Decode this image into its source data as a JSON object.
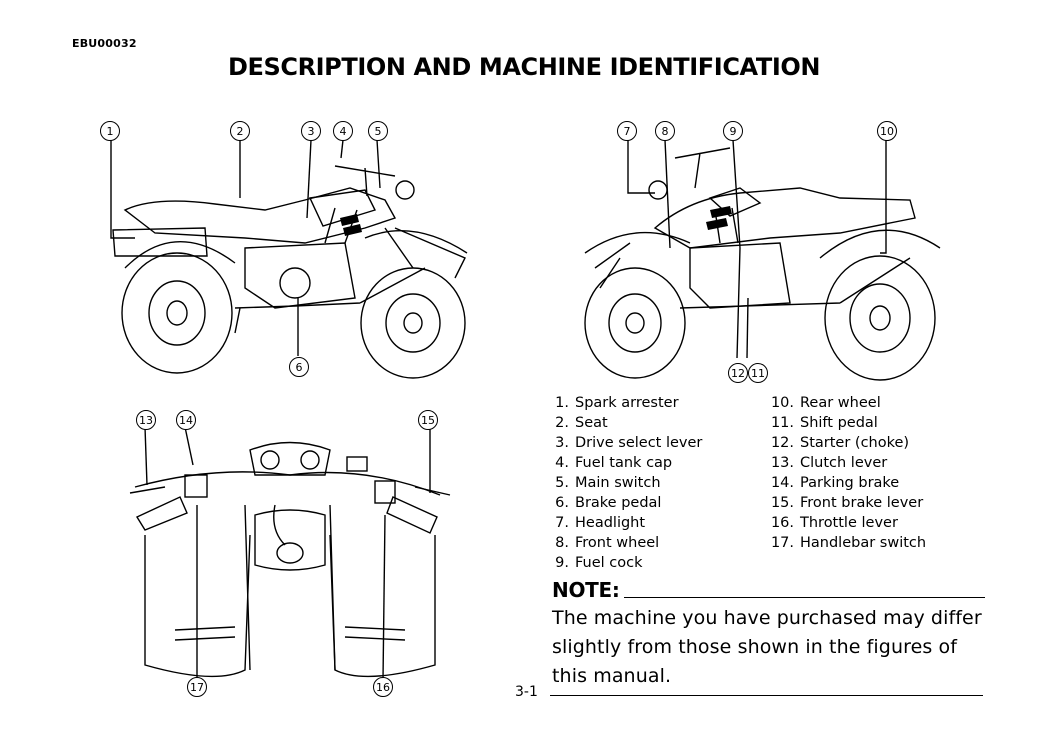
{
  "doc_code": "EBU00032",
  "title": "DESCRIPTION AND MACHINE IDENTIFICATION",
  "callouts": {
    "c1": "1",
    "c2": "2",
    "c3": "3",
    "c4": "4",
    "c5": "5",
    "c6": "6",
    "c7": "7",
    "c8": "8",
    "c9": "9",
    "c10": "10",
    "c11": "11",
    "c12": "12",
    "c13": "13",
    "c14": "14",
    "c15": "15",
    "c16": "16",
    "c17": "17"
  },
  "parts_left": [
    {
      "num": "1.",
      "label": "Spark arrester"
    },
    {
      "num": "2.",
      "label": "Seat"
    },
    {
      "num": "3.",
      "label": "Drive select lever"
    },
    {
      "num": "4.",
      "label": "Fuel tank cap"
    },
    {
      "num": "5.",
      "label": "Main switch"
    },
    {
      "num": "6.",
      "label": "Brake pedal"
    },
    {
      "num": "7.",
      "label": "Headlight"
    },
    {
      "num": "8.",
      "label": "Front wheel"
    },
    {
      "num": "9.",
      "label": "Fuel cock"
    }
  ],
  "parts_right": [
    {
      "num": "10.",
      "label": "Rear wheel"
    },
    {
      "num": "11.",
      "label": "Shift pedal"
    },
    {
      "num": "12.",
      "label": "Starter (choke)"
    },
    {
      "num": "13.",
      "label": "Clutch lever"
    },
    {
      "num": "14.",
      "label": "Parking brake"
    },
    {
      "num": "15.",
      "label": "Front brake lever"
    },
    {
      "num": "16.",
      "label": "Throttle lever"
    },
    {
      "num": "17.",
      "label": "Handlebar switch"
    }
  ],
  "note": {
    "label": "NOTE:",
    "text": "The machine you have purchased may differ slightly from those shown in the figures of this manual."
  },
  "page_number": "3-1"
}
